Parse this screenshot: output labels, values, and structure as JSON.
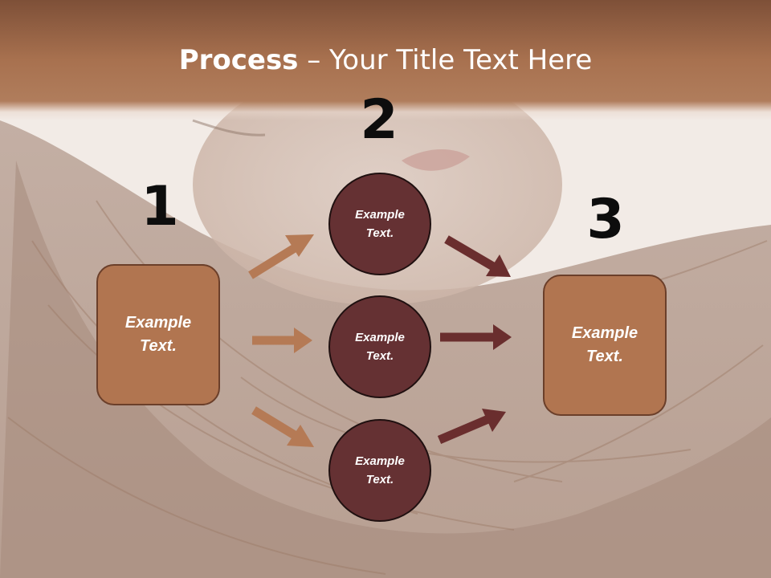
{
  "title": {
    "bold": "Process",
    "rest": " – Your Title Text Here"
  },
  "steps": {
    "one": "1",
    "two": "2",
    "three": "3"
  },
  "left_box": {
    "text": "Example\nText."
  },
  "circles": [
    {
      "text": "Example\nText."
    },
    {
      "text": "Example\nText."
    },
    {
      "text": "Example\nText."
    }
  ],
  "right_box": {
    "text": "Example\nText."
  },
  "colors": {
    "header": "#a8714f",
    "box_fill": "#b17550",
    "circle_fill": "#653133",
    "arrow_light": "#b57a55",
    "arrow_dark": "#6a2e2e"
  },
  "background": {
    "image": "photo-face-with-long-hair"
  }
}
